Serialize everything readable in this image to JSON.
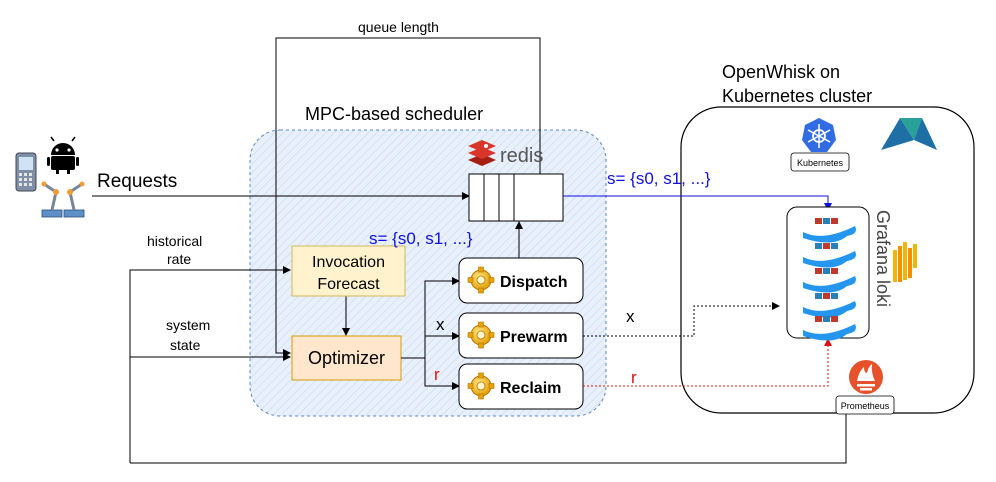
{
  "labels": {
    "queue_length": "queue length",
    "scheduler_title": "MPC-based scheduler",
    "cluster_title_line1": "OpenWhisk on",
    "cluster_title_line2": "Kubernetes cluster",
    "requests": "Requests",
    "historical_rate_line1": "historical",
    "historical_rate_line2": "rate",
    "system_state_line1": "system",
    "system_state_line2": "state",
    "state_set_inner": "s= {s0, s1, ...}",
    "state_set_outer": "s= {s0, s1, ...}",
    "edge_x_inner": "x",
    "edge_x_outer": "x",
    "edge_r_inner": "r",
    "edge_r_outer": "r",
    "redis": "redis",
    "kubernetes": "Kubernetes",
    "prometheus": "Prometheus",
    "grafana_loki": "Grafana loki"
  },
  "nodes": {
    "forecast_line1": "Invocation",
    "forecast_line2": "Forecast",
    "optimizer": "Optimizer",
    "dispatch": "Dispatch",
    "prewarm": "Prewarm",
    "reclaim": "Reclaim"
  },
  "colors": {
    "blue_text": "#1010e0",
    "red_text": "#e01010",
    "forecast_fill": "#fff2cc",
    "optimizer_fill": "#ffe6cc",
    "scheduler_fill": "#dae8fc",
    "redis_red": "#d9362b",
    "k8s_blue": "#326ce5",
    "prometheus_orange": "#e6522c",
    "docker_blue": "#2496ed"
  },
  "icons": [
    "mobile-phone-icon",
    "android-icon",
    "robot-arm-icon",
    "redis-icon",
    "kubernetes-icon",
    "openwhisk-icon",
    "docker-icon",
    "grafana-loki-icon",
    "prometheus-icon",
    "gear-icon"
  ]
}
